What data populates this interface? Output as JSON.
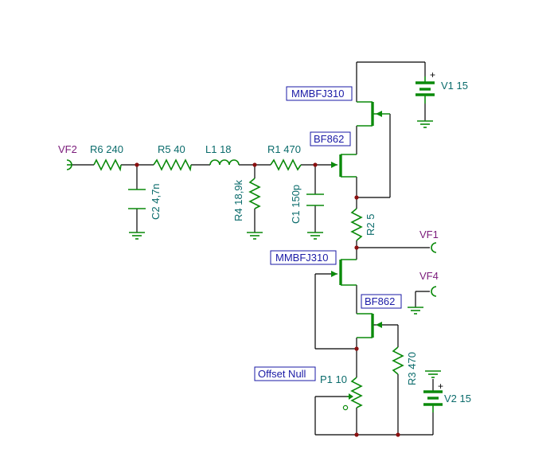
{
  "components": {
    "r6": "R6 240",
    "r5": "R5 40",
    "l1": "L1 18",
    "r1": "R1 470",
    "c2": "C2 4,7n",
    "r4": "R4 18,9k",
    "c1": "C1 150p",
    "r2": "R2 5",
    "r3": "R3 470",
    "p1": "P1 10",
    "v1": "V1 15",
    "v2": "V2 15"
  },
  "ports": {
    "vf2": "VF2",
    "vf1": "VF1",
    "vf4": "VF4"
  },
  "boxes": {
    "q1": "MMBFJ310",
    "q2": "BF862",
    "q3": "MMBFJ310",
    "q4": "BF862",
    "offset": "Offset Null"
  },
  "symbols": {
    "plus": "+"
  },
  "colors": {
    "wire": "#000000",
    "component": "#0a8a0a",
    "node": "#8b1010",
    "label": "#0a6b6b",
    "port": "#7a1a7a",
    "box_text": "#1a1aa6"
  }
}
